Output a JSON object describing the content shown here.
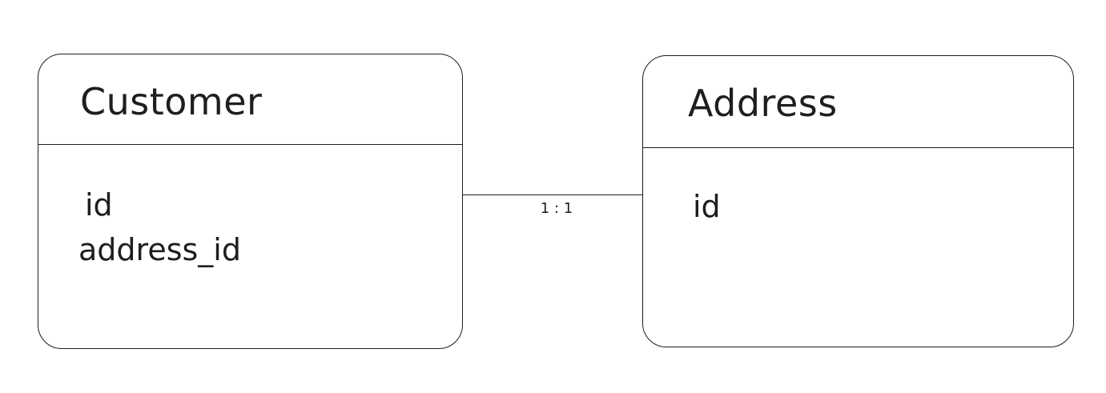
{
  "entities": [
    {
      "title": "Customer",
      "fields": [
        "id",
        "address_id"
      ]
    },
    {
      "title": "Address",
      "fields": [
        "id"
      ]
    }
  ],
  "relationship": {
    "label": "1 : 1"
  }
}
